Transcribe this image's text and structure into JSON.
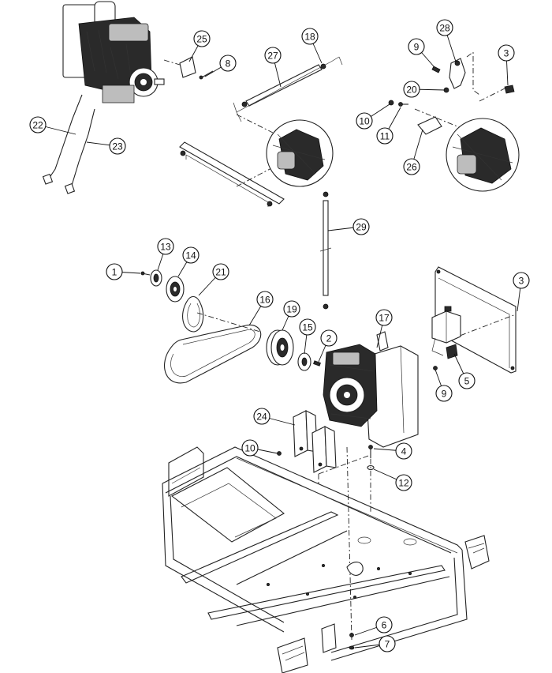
{
  "callouts": [
    {
      "id": "c25",
      "label": "25"
    },
    {
      "id": "c8",
      "label": "8"
    },
    {
      "id": "c27",
      "label": "27"
    },
    {
      "id": "c18",
      "label": "18"
    },
    {
      "id": "c28",
      "label": "28"
    },
    {
      "id": "c9a",
      "label": "9"
    },
    {
      "id": "c3a",
      "label": "3"
    },
    {
      "id": "c20",
      "label": "20"
    },
    {
      "id": "c10a",
      "label": "10"
    },
    {
      "id": "c11",
      "label": "11"
    },
    {
      "id": "c26",
      "label": "26"
    },
    {
      "id": "c22",
      "label": "22"
    },
    {
      "id": "c23",
      "label": "23"
    },
    {
      "id": "c29",
      "label": "29"
    },
    {
      "id": "c13",
      "label": "13"
    },
    {
      "id": "c14",
      "label": "14"
    },
    {
      "id": "c1",
      "label": "1"
    },
    {
      "id": "c21",
      "label": "21"
    },
    {
      "id": "c16",
      "label": "16"
    },
    {
      "id": "c19",
      "label": "19"
    },
    {
      "id": "c15",
      "label": "15"
    },
    {
      "id": "c2",
      "label": "2"
    },
    {
      "id": "c17",
      "label": "17"
    },
    {
      "id": "c3b",
      "label": "3"
    },
    {
      "id": "c5",
      "label": "5"
    },
    {
      "id": "c9b",
      "label": "9"
    },
    {
      "id": "c24",
      "label": "24"
    },
    {
      "id": "c10b",
      "label": "10"
    },
    {
      "id": "c4",
      "label": "4"
    },
    {
      "id": "c12",
      "label": "12"
    },
    {
      "id": "c6",
      "label": "6"
    },
    {
      "id": "c7",
      "label": "7"
    }
  ]
}
